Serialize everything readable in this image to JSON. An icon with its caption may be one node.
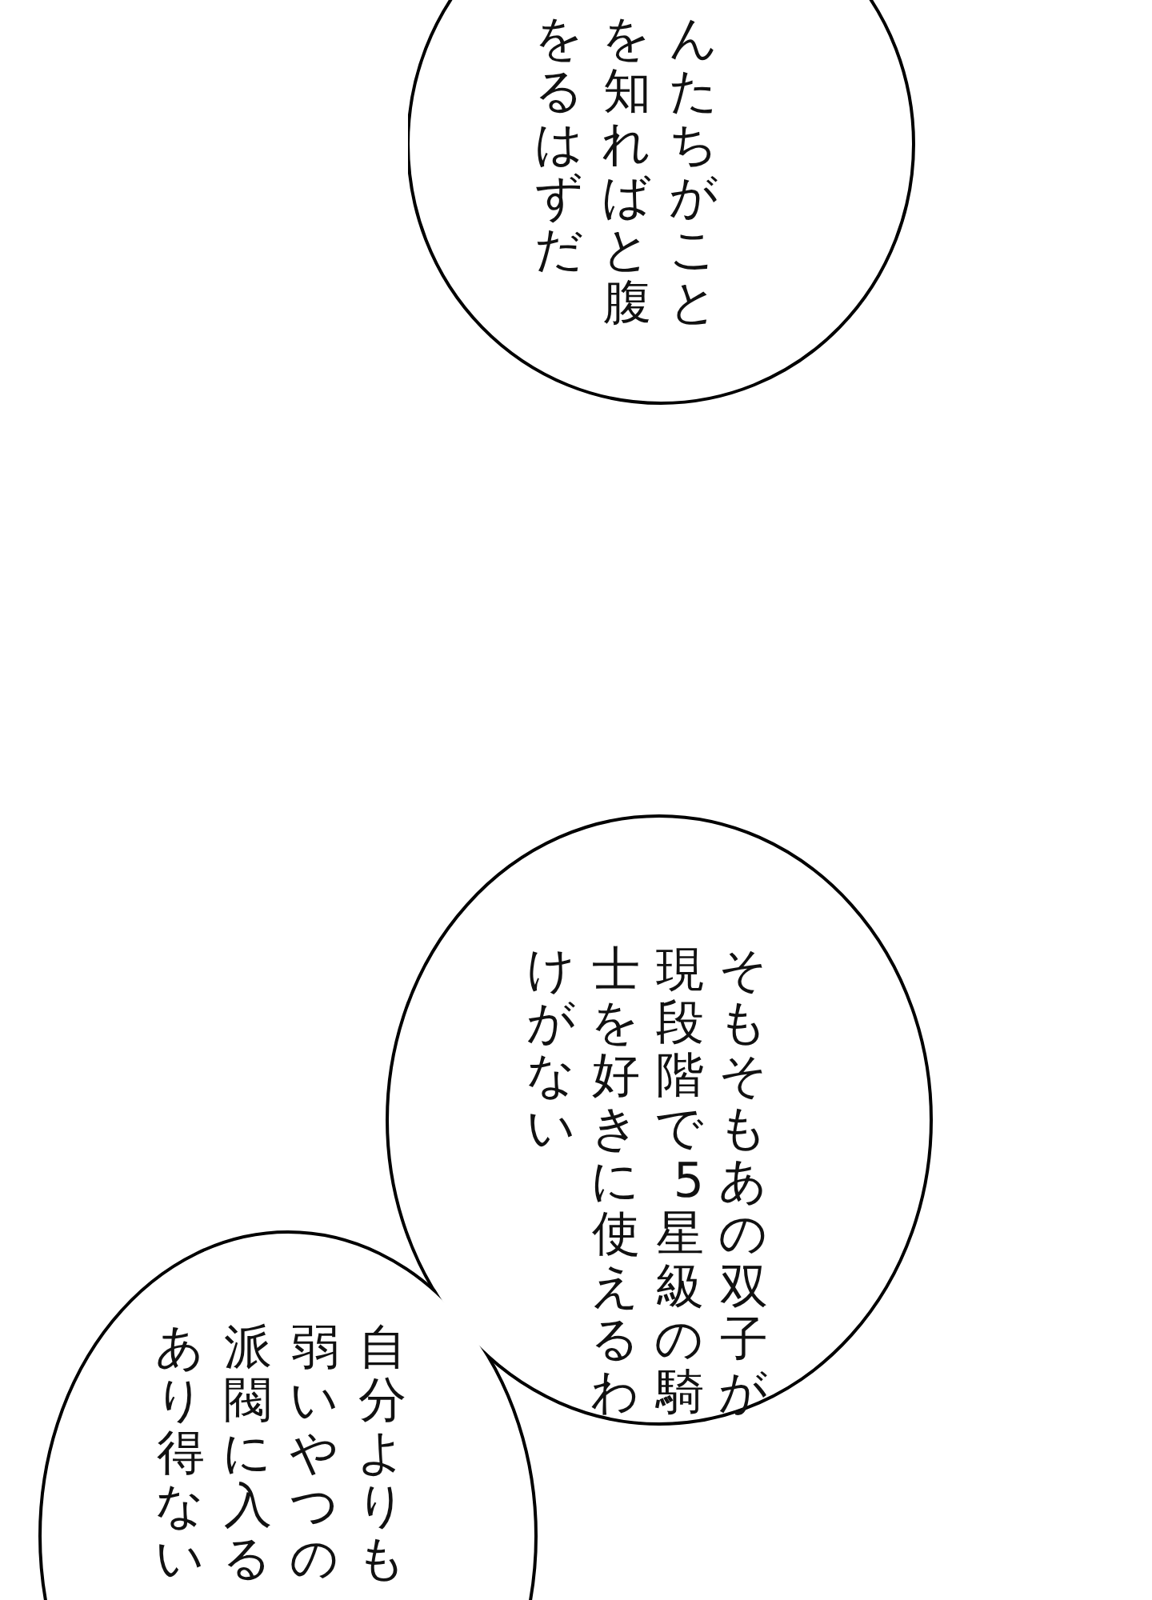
{
  "diagram": {
    "nodes": [
      {
        "text": [
          "んたちがことを知ればと腹をるはずだ"
        ]
      },
      {
        "text": [
          "そもそもあの双子が現段階で5星級の騎士を好きに使えるわけがない"
        ]
      },
      {
        "text": [
          "自分よりも弱いやつの派閥に入るあり得ない"
        ]
      }
    ]
  }
}
